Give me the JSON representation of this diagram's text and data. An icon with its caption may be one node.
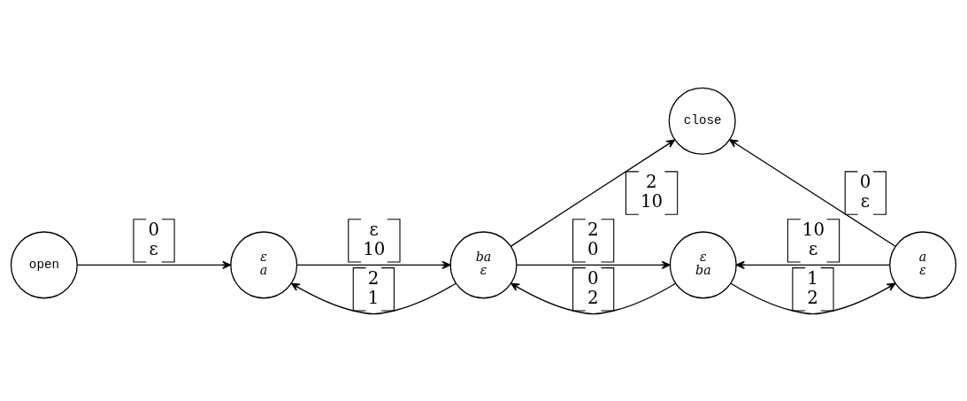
{
  "diagram": {
    "nodes": [
      {
        "text": [
          "open"
        ]
      },
      {
        "text": [
          "ε",
          "a"
        ]
      },
      {
        "text": [
          "ba",
          "ε"
        ]
      },
      {
        "text": [
          "ε",
          "ba"
        ]
      },
      {
        "text": [
          "a",
          "ε"
        ]
      },
      {
        "text": [
          "close"
        ]
      }
    ],
    "edges": [
      {
        "from": 0,
        "to": 1,
        "arrow": "to",
        "label": "0 ε"
      },
      {
        "from": 1,
        "to": 2,
        "arrow": "to",
        "label": "ε 10"
      },
      {
        "from": 2,
        "to": 1,
        "arrow": "to",
        "label": "2 1"
      },
      {
        "from": 2,
        "to": 5,
        "arrow": "to",
        "label": "2 10"
      },
      {
        "from": 2,
        "to": 3,
        "arrow": "to",
        "label": "2 0"
      },
      {
        "from": 3,
        "to": 2,
        "arrow": "to",
        "label": "0 2"
      },
      {
        "from": 3,
        "to": 4,
        "arrow": "to",
        "label": "1 2"
      },
      {
        "from": 4,
        "to": 3,
        "arrow": "to",
        "label": "10 ε"
      },
      {
        "from": 4,
        "to": 5,
        "arrow": "to",
        "label": "0 ε"
      }
    ]
  }
}
